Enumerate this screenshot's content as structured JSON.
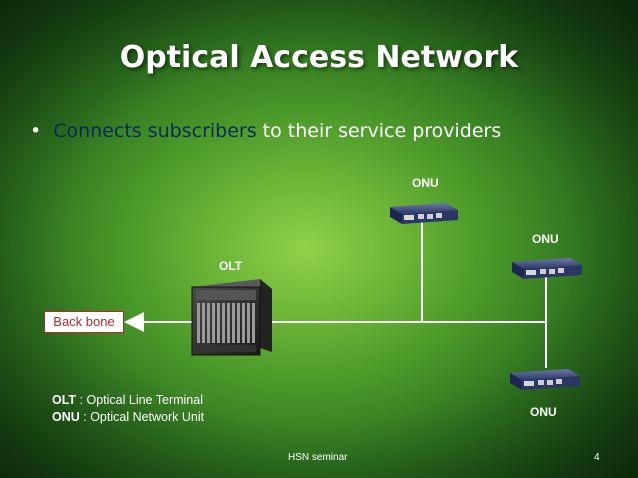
{
  "slide": {
    "title": "Optical Access Network",
    "bullet_highlight": "Connects subscribers",
    "bullet_rest": " to their service providers"
  },
  "diagram": {
    "olt_label": "OLT",
    "onu_labels": [
      "ONU",
      "ONU",
      "ONU"
    ],
    "backbone_label": "Back bone"
  },
  "legend": {
    "olt_term": "OLT",
    "olt_def": " : Optical Line Terminal",
    "onu_term": "ONU",
    "onu_def": " : Optical Network Unit"
  },
  "footer": {
    "center": "HSN seminar",
    "page": "4"
  }
}
